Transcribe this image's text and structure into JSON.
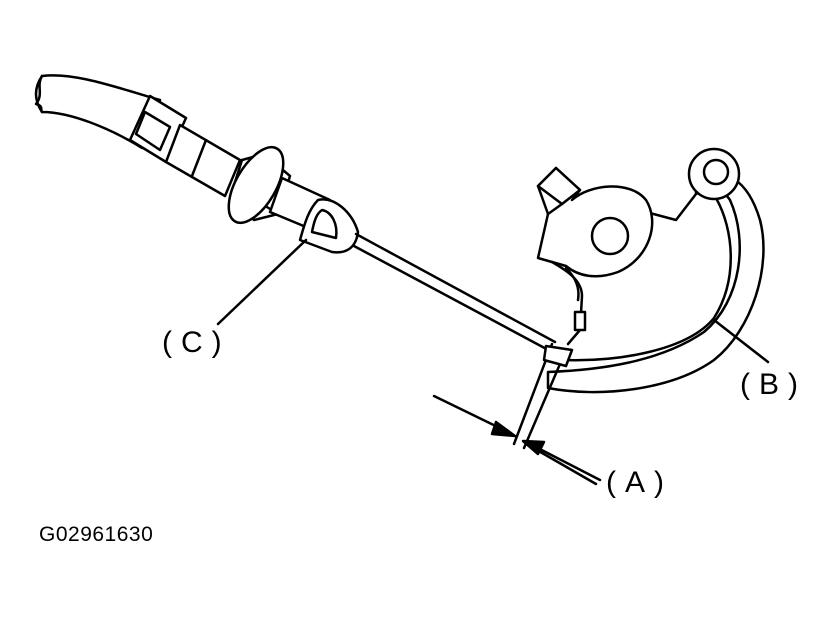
{
  "diagram": {
    "labels": {
      "a": "(A)",
      "b": "(B)",
      "c": "(C)"
    },
    "figure_id": "G02961630",
    "colors": {
      "line": "#000000",
      "background": "#ffffff"
    }
  }
}
